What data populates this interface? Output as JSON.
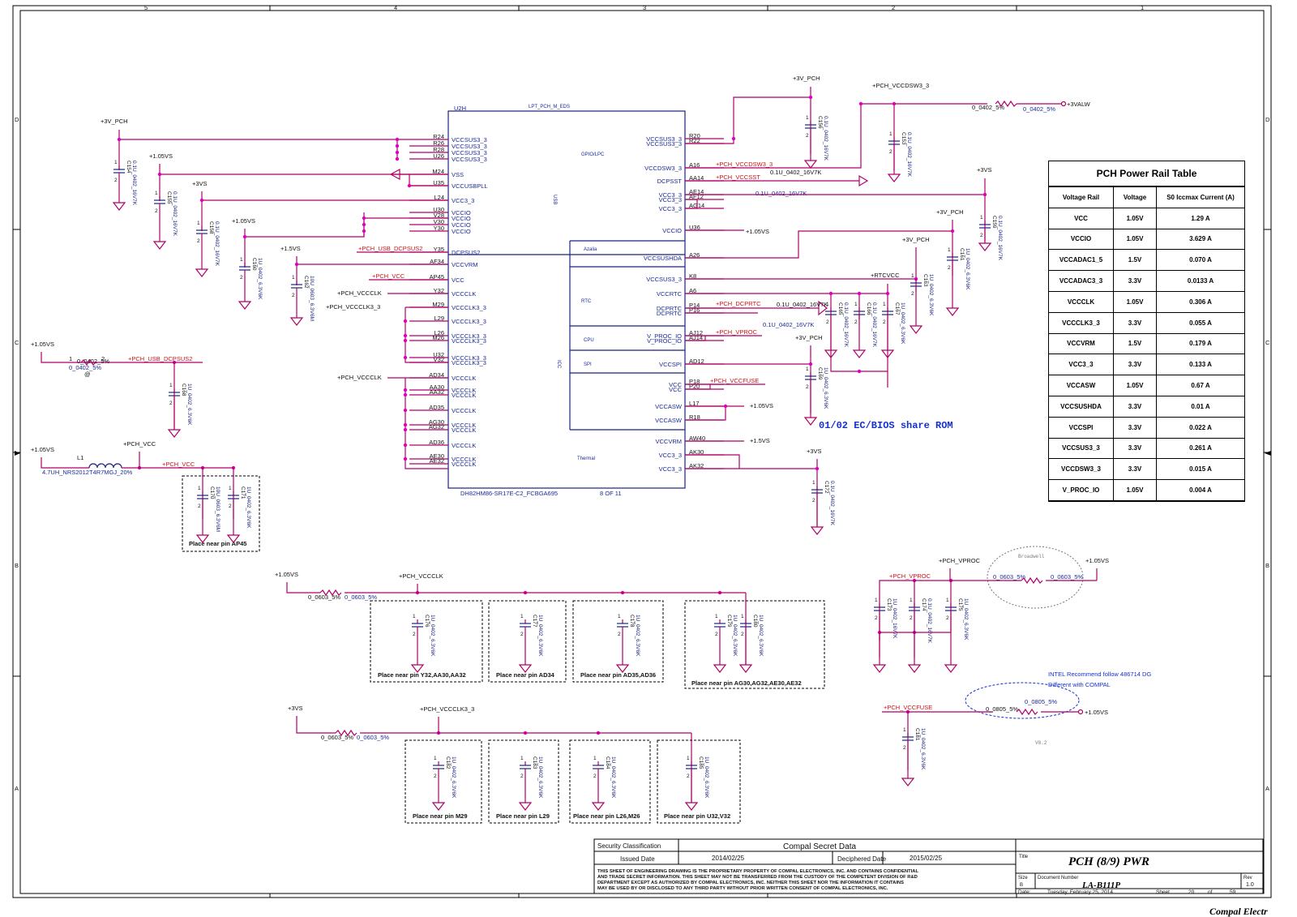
{
  "frame": {
    "zones_top": [
      "5",
      "4",
      "3",
      "2",
      "1"
    ],
    "zones_side": [
      "D",
      "C",
      "B",
      "A"
    ]
  },
  "ic": {
    "ref": "U2H",
    "name": "LPT_PCH_M_EDS",
    "part": "DH82HM86-SR17E-C2_FCBGA695",
    "unit": "8 OF 11",
    "left_pins": [
      {
        "num": "R24",
        "name": "VCCSUS3_3"
      },
      {
        "num": "R26",
        "name": "VCCSUS3_3"
      },
      {
        "num": "R28",
        "name": "VCCSUS3_3"
      },
      {
        "num": "U26",
        "name": "VCCSUS3_3"
      },
      {
        "num": "M24",
        "name": "VSS"
      },
      {
        "num": "U35",
        "name": "VCCUSBPLL"
      },
      {
        "num": "L24",
        "name": "VCC3_3"
      },
      {
        "num": "U30",
        "name": "VCCIO"
      },
      {
        "num": "V28",
        "name": "VCCIO"
      },
      {
        "num": "V30",
        "name": "VCCIO"
      },
      {
        "num": "Y30",
        "name": "VCCIO"
      },
      {
        "num": "Y35",
        "name": "DCPSUS2"
      },
      {
        "num": "AF34",
        "name": "VCCVRM"
      },
      {
        "num": "AP45",
        "name": "VCC"
      },
      {
        "num": "Y32",
        "name": "VCCCLK"
      },
      {
        "num": "M29",
        "name": "VCCCLK3_3"
      },
      {
        "num": "L29",
        "name": "VCCCLK3_3"
      },
      {
        "num": "L26",
        "name": "VCCCLK3_3"
      },
      {
        "num": "M26",
        "name": "VCCCLK3_3"
      },
      {
        "num": "U32",
        "name": "VCCCLK3_3"
      },
      {
        "num": "V32",
        "name": "VCCCLK3_3"
      },
      {
        "num": "AD34",
        "name": "VCCCLK"
      },
      {
        "num": "AA30",
        "name": "VCCCLK"
      },
      {
        "num": "AA32",
        "name": "VCCCLK"
      },
      {
        "num": "AD35",
        "name": "VCCCLK"
      },
      {
        "num": "AG30",
        "name": "VCCCLK"
      },
      {
        "num": "AG32",
        "name": "VCCCLK"
      },
      {
        "num": "AD36",
        "name": "VCCCLK"
      },
      {
        "num": "AE30",
        "name": "VCCCLK"
      },
      {
        "num": "AE32",
        "name": "VCCCLK"
      }
    ],
    "right_pins": [
      {
        "num": "R20",
        "name": "VCCSUS3_3"
      },
      {
        "num": "R22",
        "name": "VCCSUS3_3"
      },
      {
        "num": "A16",
        "name": "VCCDSW3_3"
      },
      {
        "num": "AA14",
        "name": "DCPSST"
      },
      {
        "num": "AE14",
        "name": "VCC3_3"
      },
      {
        "num": "AF12",
        "name": "VCC3_3"
      },
      {
        "num": "AG14",
        "name": "VCC3_3"
      },
      {
        "num": "U36",
        "name": "VCCIO"
      },
      {
        "num": "A26",
        "name": "VCCSUSHDA"
      },
      {
        "num": "K8",
        "name": "VCCSUS3_3"
      },
      {
        "num": "A6",
        "name": "VCCRTC"
      },
      {
        "num": "P14",
        "name": "DCPRTC"
      },
      {
        "num": "P16",
        "name": "DCPRTC"
      },
      {
        "num": "AJ12",
        "name": "V_PROC_IO"
      },
      {
        "num": "AJ14",
        "name": "V_PROC_IO"
      },
      {
        "num": "AD12",
        "name": "VCCSPI"
      },
      {
        "num": "P18",
        "name": "VCC"
      },
      {
        "num": "P20",
        "name": "VCC"
      },
      {
        "num": "L17",
        "name": "VCCASW"
      },
      {
        "num": "R18",
        "name": "VCCASW"
      },
      {
        "num": "AW40",
        "name": "VCCVRM"
      },
      {
        "num": "AK30",
        "name": "VCC3_3"
      },
      {
        "num": "AK32",
        "name": "VCC3_3"
      }
    ],
    "sections": [
      "GPIO/LPC",
      "USB",
      "Azalia",
      "RTC",
      "CPU",
      "SPI",
      "ICC",
      "Thermal"
    ]
  },
  "nets": {
    "p3v_pch": "+3V_PCH",
    "p105vs": "+1.05VS",
    "p3vs": "+3VS",
    "p15vs": "+1.5VS",
    "p3valw": "+3VALW",
    "pch_vccdsw3_3": "+PCH_VCCDSW3_3",
    "pch_vccsst": "+PCH_VCCSST",
    "pch_usb_dcpsus2": "+PCH_USB_DCPSUS2",
    "pch_vcc": "+PCH_VCC",
    "pch_vccclk": "+PCH_VCCCLK",
    "pch_vccclk3_3": "+PCH_VCCCLK3_3",
    "pch_dcprtc": "+PCH_DCPRTC",
    "pch_vproc": "+PCH_VPROC",
    "pch_vccfuse": "+PCH_VCCFUSE",
    "rtcvcc": "+RTCVCC",
    "pch_vproc_b": "+PCH_VPROC"
  },
  "parts": {
    "C154": "0.1U_0402_16V7K",
    "C155": "0.1U_0402_16V7K",
    "C158": "0.1U_0402_16V7K",
    "C160": "1U_0402_6.3V6K",
    "C162": "10U_0603_6.3V6M",
    "C168": "1U_0402_6.3V6K",
    "C156": "0.1U_0402_16V7K",
    "C153": "0.1U_0402_16V7K",
    "C157": "0.1U_0402_16V7K",
    "C159": "0.1U_0402_16V7K",
    "C161": "1U_0402_6.3V6K",
    "C163": "1U_0402_6.3V6K",
    "C164": "0.1U_0402_16V7K",
    "C165": "0.1U_0402_16V7K",
    "C166": "0.1U_0402_16V7K",
    "C167": "1U_0402_6.3V6K",
    "C169": "1U_0402_6.3V6K",
    "C172": "0.1U_0402_16V7K",
    "C170": "10U_0603_6.3V6M",
    "C171": "1U_0402_6.3V6K",
    "R138": "0_0402_5%",
    "R139": "0_0402_5%",
    "R141": "0_0603_5%",
    "R140": "0_0603_5%",
    "R142": "0_0805_5%",
    "R143": "0_0603_5%",
    "L1": "4.7UH_NRS2012T4R7MGJ_20%",
    "C173": "1U_0402_16V7K",
    "C174": "0.1U_0402_16V7K",
    "C175": "1U_0402_6.3V6K",
    "C176": "1U_0402_6.3V6K",
    "C177": "1U_0402_6.3V6K",
    "C178": "1U_0402_6.3V6K",
    "C179": "1U_0402_6.3V6K",
    "C180": "1U_0402_6.3V6K",
    "C181": "1U_0402_6.3V6K",
    "C182": "1U_0402_6.3V6K",
    "C183": "1U_0402_6.3V6K",
    "C184": "1U_0402_6.3V6K",
    "C185": "1U_0402_6.3V6K"
  },
  "notes": {
    "ec_bios": "01/02 EC/BIOS share ROM",
    "ap45": "Place near pin AP45",
    "y32": "Place near pin Y32,AA30,AA32",
    "ad34": "Place near pin AD34",
    "ad35": "Place near pin AD35,AD36",
    "ag30": "Place near pin AG30,AG32,AE30,AE32",
    "m29": "Place near pin M29",
    "l29": "Place near pin L29",
    "l26": "Place near pin L26,M26",
    "u32": "Place near pin U32,V32",
    "broadwell": "Broadwell",
    "intel1": "INTEL Recommend follow 486714 DG",
    "intel2": "Different with COMPAL",
    "v02": "V0.2"
  },
  "rail_table": {
    "title": "PCH Power Rail Table",
    "headers": [
      "Voltage Rail",
      "Voltage",
      "S0 Iccmax Current (A)"
    ],
    "rows": [
      [
        "VCC",
        "1.05V",
        "1.29 A"
      ],
      [
        "VCCIO",
        "1.05V",
        "3.629 A"
      ],
      [
        "VCCADAC1_5",
        "1.5V",
        "0.070 A"
      ],
      [
        "VCCADAC3_3",
        "3.3V",
        "0.0133 A"
      ],
      [
        "VCCCLK",
        "1.05V",
        "0.306 A"
      ],
      [
        "VCCCLK3_3",
        "3.3V",
        "0.055 A"
      ],
      [
        "VCCVRM",
        "1.5V",
        "0.179 A"
      ],
      [
        "VCC3_3",
        "3.3V",
        "0.133 A"
      ],
      [
        "VCCASW",
        "1.05V",
        "0.67 A"
      ],
      [
        "VCCSUSHDA",
        "3.3V",
        "0.01 A"
      ],
      [
        "VCCSPI",
        "3.3V",
        "0.022 A"
      ],
      [
        "VCCSUS3_3",
        "3.3V",
        "0.261 A"
      ],
      [
        "VCCDSW3_3",
        "3.3V",
        "0.015 A"
      ],
      [
        "V_PROC_IO",
        "1.05V",
        "0.004 A"
      ]
    ]
  },
  "title_block": {
    "security_label": "Security Classification",
    "security_value": "Compal Secret Data",
    "issued_label": "Issued Date",
    "issued_value": "2014/02/25",
    "deciphered_label": "Deciphered Date",
    "deciphered_value": "2015/02/25",
    "disclaimer": [
      "THIS SHEET OF ENGINEERING DRAWING IS THE PROPRIETARY PROPERTY OF COMPAL ELECTRONICS, INC. AND CONTAINS CONFIDENTIAL",
      "AND TRADE SECRET INFORMATION. THIS SHEET MAY NOT BE TRANSFERRED FROM THE CUSTODY OF THE COMPETENT DIVISION OF R&D",
      "DEPARTMENT EXCEPT AS AUTHORIZED BY COMPAL ELECTRONICS, INC. NEITHER THIS SHEET NOR THE INFORMATION IT CONTAINS",
      "MAY BE USED BY OR DISCLOSED TO ANY THIRD PARTY WITHOUT PRIOR WRITTEN CONSENT OF COMPAL ELECTRONICS, INC."
    ],
    "title_label": "Title",
    "title": "PCH (8/9) PWR",
    "size_label": "Size",
    "size": "B",
    "docnum_label": "Document Number",
    "docnum": "LA-B111P",
    "rev_label": "Rev",
    "rev": "1.0",
    "date_label": "Date:",
    "date": "Tuesday, February 25, 2014",
    "sheet_label": "Sheet",
    "sheet": "20",
    "of_label": "of",
    "sheets": "59",
    "company": "Compal Electr"
  }
}
